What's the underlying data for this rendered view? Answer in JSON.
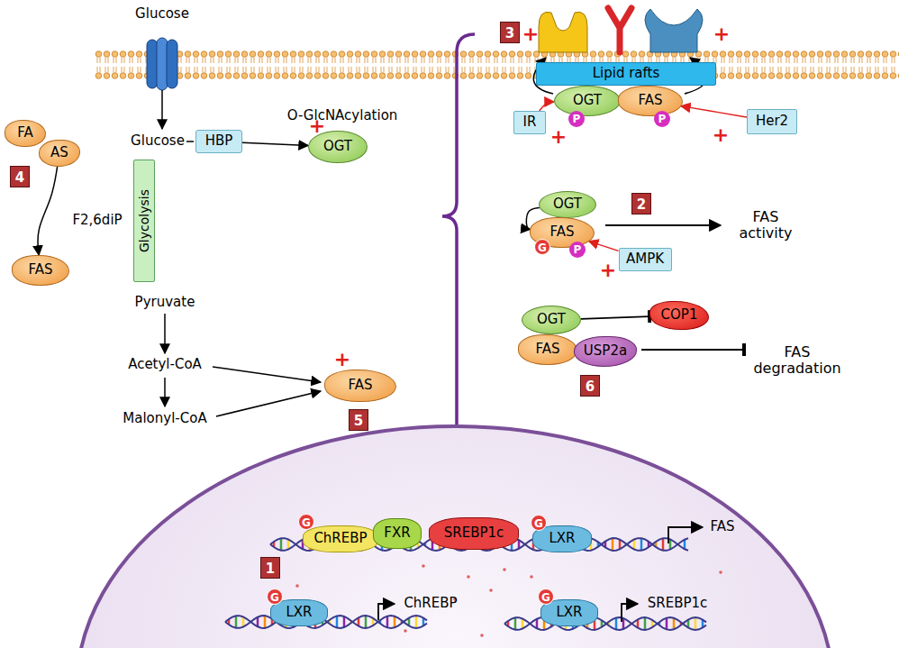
{
  "diagram": {
    "nodes": [
      {
        "text": [
          "HBP"
        ]
      },
      {
        "text": [
          "OGT"
        ]
      },
      {
        "text": [
          "Glycolysis"
        ]
      },
      {
        "text": [
          "FA"
        ]
      },
      {
        "text": [
          "AS"
        ]
      },
      {
        "text": [
          "FAS"
        ]
      },
      {
        "text": [
          "FAS"
        ]
      },
      {
        "text": [
          "Lipid rafts"
        ]
      },
      {
        "text": [
          "OGT"
        ]
      },
      {
        "text": [
          "FAS"
        ]
      },
      {
        "text": [
          "IR"
        ]
      },
      {
        "text": [
          "Her2"
        ]
      },
      {
        "text": [
          "OGT"
        ]
      },
      {
        "text": [
          "FAS"
        ]
      },
      {
        "text": [
          "AMPK"
        ]
      },
      {
        "text": [
          "OGT"
        ]
      },
      {
        "text": [
          "FAS"
        ]
      },
      {
        "text": [
          "USP2a"
        ]
      },
      {
        "text": [
          "COP1"
        ]
      },
      {
        "text": [
          "ChREBP"
        ]
      },
      {
        "text": [
          "FXR"
        ]
      },
      {
        "text": [
          "SREBP1c"
        ]
      },
      {
        "text": [
          "LXR"
        ]
      },
      {
        "text": [
          "LXR"
        ]
      },
      {
        "text": [
          "LXR"
        ]
      }
    ],
    "edges": [
      {
        "from": 0,
        "to": 1,
        "arrow": "to"
      },
      {
        "from": 10,
        "to": 8,
        "arrow": "to"
      },
      {
        "from": 11,
        "to": 9,
        "arrow": "to"
      },
      {
        "from": 14,
        "to": 13,
        "arrow": "to"
      },
      {
        "from": 12,
        "to": 13,
        "arrow": "to"
      },
      {
        "from": 4,
        "to": 5,
        "arrow": "to"
      },
      {
        "from": 15,
        "to": 18,
        "arrow": "to"
      }
    ],
    "labels": [
      "Glucose",
      "Glucose",
      "O-GlcNAcylation",
      "+",
      "F2,6diP",
      "Pyruvate",
      "Acetyl-CoA",
      "Malonyl-CoA",
      "+",
      "4",
      "5",
      "3",
      "+",
      "+",
      "P",
      "P",
      "+",
      "+",
      "2",
      "G",
      "P",
      "+",
      "FAS activity",
      "FAS degradation",
      "6",
      "1",
      "G",
      "G",
      "FAS",
      "G",
      "ChREBP",
      "G",
      "SREBP1c"
    ]
  }
}
